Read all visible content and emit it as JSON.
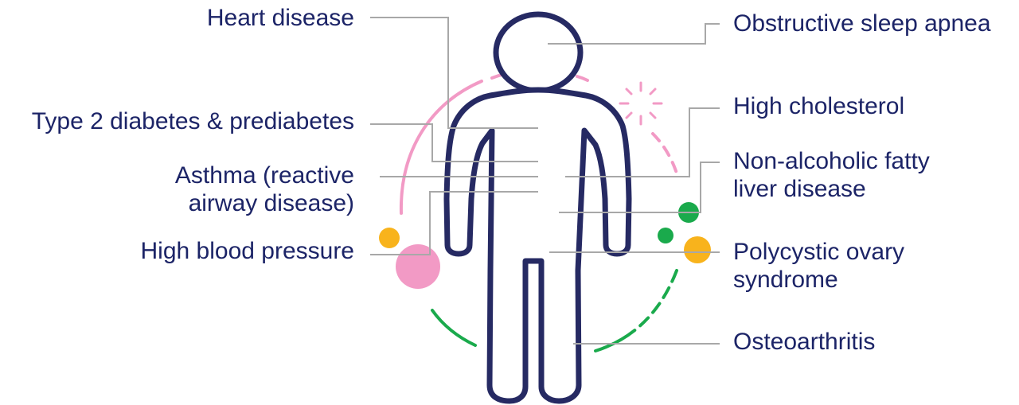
{
  "colors": {
    "body_outline": "#262a63",
    "text": "#1c2467",
    "leader_line": "#a8a8a8",
    "pink": "#f29ac5",
    "green": "#1aaa4c",
    "yellow": "#f8b31c"
  },
  "icons": {
    "figure": "human-figure-icon"
  },
  "labels": {
    "heart_disease": "Heart disease",
    "type2_diabetes": "Type 2 diabetes & prediabetes",
    "asthma_line1": "Asthma (reactive",
    "asthma_line2": "airway disease)",
    "high_blood_pressure": "High blood pressure",
    "sleep_apnea": "Obstructive sleep apnea",
    "high_cholesterol": "High cholesterol",
    "fatty_liver_line1": "Non-alcoholic fatty",
    "fatty_liver_line2": "liver disease",
    "pcos_line1": "Polycystic ovary",
    "pcos_line2": "syndrome",
    "osteoarthritis": "Osteoarthritis"
  }
}
